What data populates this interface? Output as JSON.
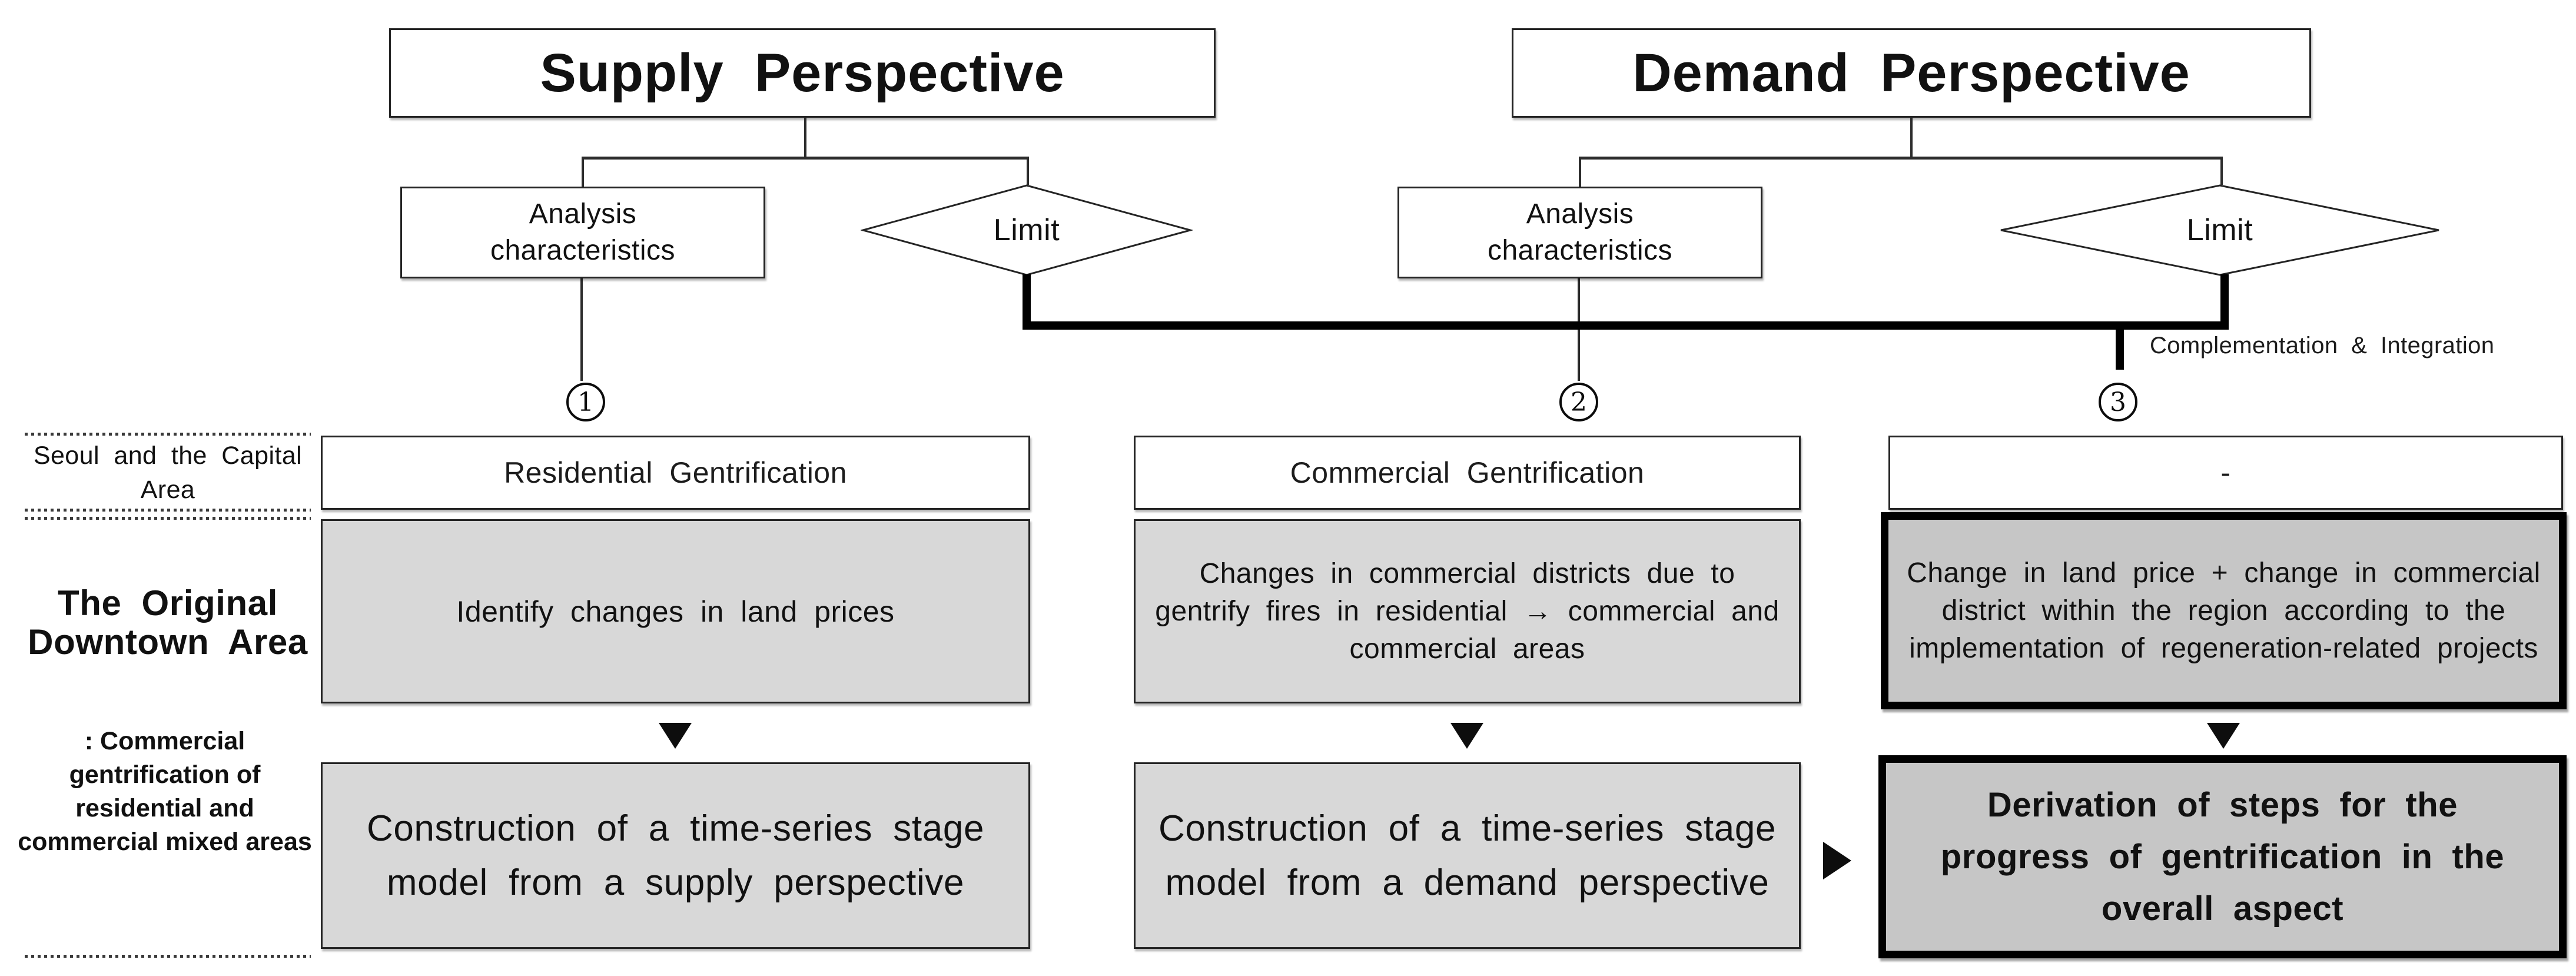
{
  "perspectives": {
    "supply_title": "Supply Perspective",
    "demand_title": "Demand Perspective",
    "analysis_label": "Analysis characteristics",
    "limit_label": "Limit",
    "integration_label": "Complementation & Integration"
  },
  "markers": {
    "one": "1",
    "two": "2",
    "three": "3"
  },
  "sidebar": {
    "region_scope": "Seoul and the Capital Area",
    "area_title": "The Original Downtown Area",
    "area_subtitle": ": Commercial gentrification of residential and commercial mixed areas"
  },
  "columns": [
    {
      "scope_row": "Residential Gentrification",
      "downtown_row": "Identify changes in land prices",
      "model_row": "Construction of a time-series stage model from a supply perspective"
    },
    {
      "scope_row": "Commercial Gentrification",
      "downtown_row": "Changes in commercial districts due to gentrify fires in residential → commercial and commercial areas",
      "model_row": "Construction of a time-series stage model from a demand perspective"
    },
    {
      "scope_row": "-",
      "downtown_row": "Change in land price + change in commercial district within the region according to the implementation of regeneration-related projects",
      "model_row": "Derivation of steps for the progress of gentrification in the overall aspect"
    }
  ],
  "colors": {
    "box_gray": "#d8d8d8",
    "box_gray_dark": "#c6c6c6",
    "border": "#242424",
    "thick_border": "#000000",
    "line": "#2c2c2c"
  }
}
